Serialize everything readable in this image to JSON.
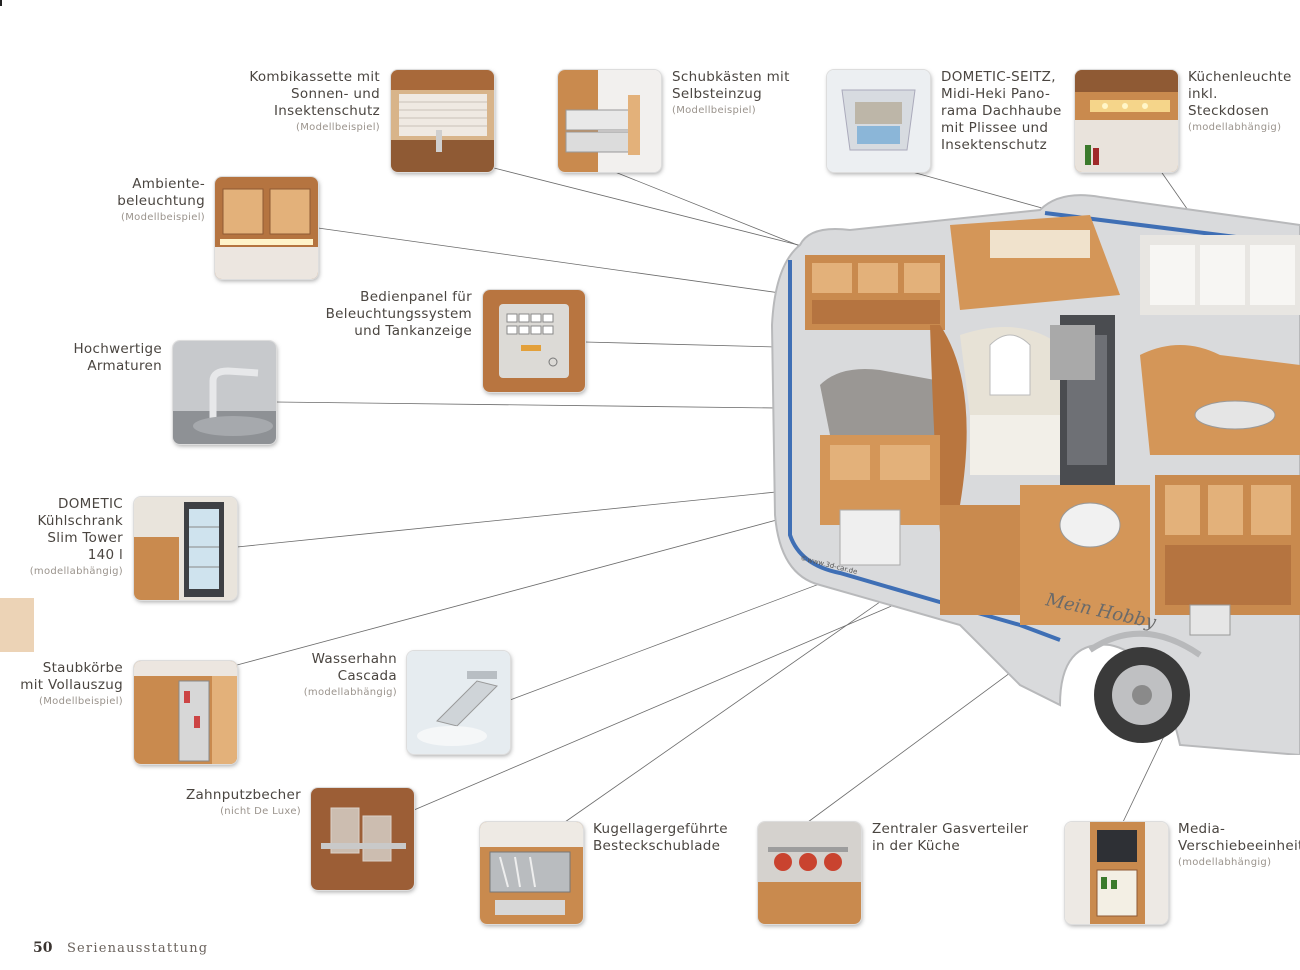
{
  "page": {
    "number": "50",
    "section": "Serienausstattung"
  },
  "diagram": {
    "watermark": "©www.3d-car.de",
    "brand": "Mein Hobby"
  },
  "callouts": {
    "kombikassette": {
      "title": "Kombikassette mit\nSonnen- und\nInsektenschutz",
      "note": "(Modellbeispiel)"
    },
    "schubkaesten": {
      "title": "Schubkästen mit\nSelbsteinzug",
      "note": "(Modellbeispiel)"
    },
    "dometic_seitz": {
      "title": "DOMETIC-SEITZ,\nMidi-Heki Pano-\nrama Dachhaube\nmit Plissee und\nInsektenschutz",
      "note": ""
    },
    "kuechenleuchte": {
      "title": "Küchenleuchte\ninkl. Steckdosen",
      "note": "(modellabhängig)"
    },
    "ambiente": {
      "title": "Ambiente-\nbeleuchtung",
      "note": "(Modellbeispiel)"
    },
    "bedienpanel": {
      "title": "Bedienpanel für\nBeleuchtungssystem\nund Tankanzeige",
      "note": ""
    },
    "armaturen": {
      "title": "Hochwertige\nArmaturen",
      "note": ""
    },
    "kuehlschrank": {
      "title": "DOMETIC\nKühlschrank\nSlim Tower\n140 l",
      "note": "(modellabhängig)"
    },
    "staubkoerbe": {
      "title": "Staubkörbe\nmit Vollauszug",
      "note": "(Modellbeispiel)"
    },
    "wasserhahn": {
      "title": "Wasserhahn\nCascada",
      "note": "(modellabhängig)"
    },
    "zahnputz": {
      "title": "Zahnputzbecher",
      "note": "(nicht De Luxe)"
    },
    "besteck": {
      "title": "Kugellagergeführte\nBesteckschublade",
      "note": ""
    },
    "gasverteiler": {
      "title": "Zentraler Gasverteiler\nin der Küche",
      "note": ""
    },
    "media": {
      "title": "Media-\nVerschiebeeinheit",
      "note": "(modellabhängig)"
    }
  },
  "colors": {
    "wood": "#c98a4e",
    "wood_light": "#e3b17a",
    "shell": "#d9dadc",
    "blue_trim": "#3f6fb5",
    "tab": "#ecd3b6"
  }
}
